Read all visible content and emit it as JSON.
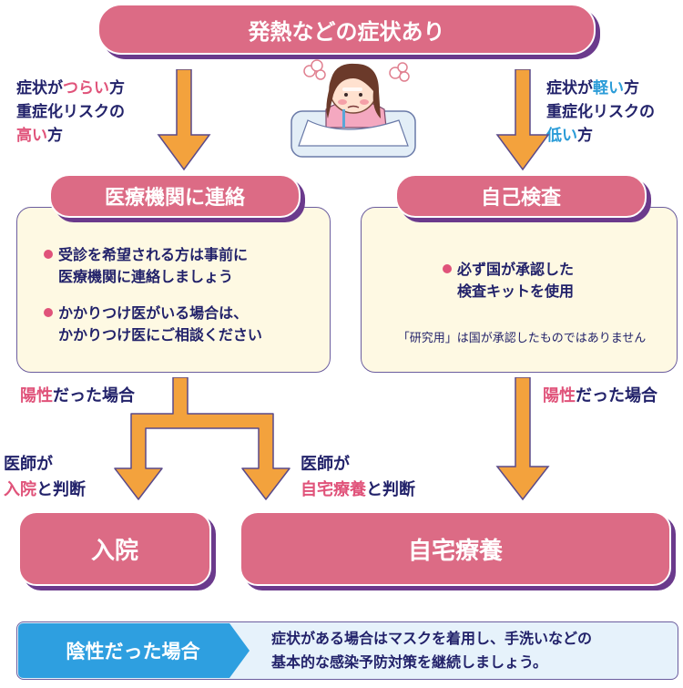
{
  "top": {
    "title": "発熱などの症状あり"
  },
  "left_branch": {
    "line1_a": "症状が",
    "line1_b": "つらい",
    "line1_c": "方",
    "line2": "重症化リスクの",
    "line3_a": "高い",
    "line3_b": "方"
  },
  "right_branch": {
    "line1_a": "症状が",
    "line1_b": "軽い",
    "line1_c": "方",
    "line2": "重症化リスクの",
    "line3_a": "低い",
    "line3_b": "方"
  },
  "medical": {
    "title": "医療機関に連絡",
    "bullet1_l1": "受診を希望される方は事前に",
    "bullet1_l2": "医療機関に連絡しましょう",
    "bullet2_l1": "かかりつけ医がいる場合は、",
    "bullet2_l2": "かかりつけ医にご相談ください"
  },
  "selftest": {
    "title": "自己検査",
    "bullet1_l1": "必ず国が承認した",
    "bullet1_l2": "検査キットを使用",
    "note": "「研究用」は国が承認したものではありません"
  },
  "positive_left": {
    "a": "陽性",
    "b": "だった場合"
  },
  "positive_right": {
    "a": "陽性",
    "b": "だった場合"
  },
  "doctor_hosp": {
    "l1": "医師が",
    "l2_a": "入院",
    "l2_b": "と判断"
  },
  "doctor_home": {
    "l1": "医師が",
    "l2_a": "自宅療養",
    "l2_b": "と判断"
  },
  "outcomes": {
    "hospital": "入院",
    "home": "自宅療養"
  },
  "negative": {
    "label": "陰性だった場合",
    "line1": "症状がある場合はマスクを着用し、手洗いなどの",
    "line2": "基本的な感染予防対策を継続しましょう。"
  },
  "colors": {
    "pill": "#dc6b85",
    "shadow": "#6b3a8c",
    "arrow": "#f3a23d",
    "card": "#fef9e3",
    "pink_text": "#e0537a",
    "blue_text": "#2b9cd8",
    "negative_label": "#2e9fe0"
  }
}
